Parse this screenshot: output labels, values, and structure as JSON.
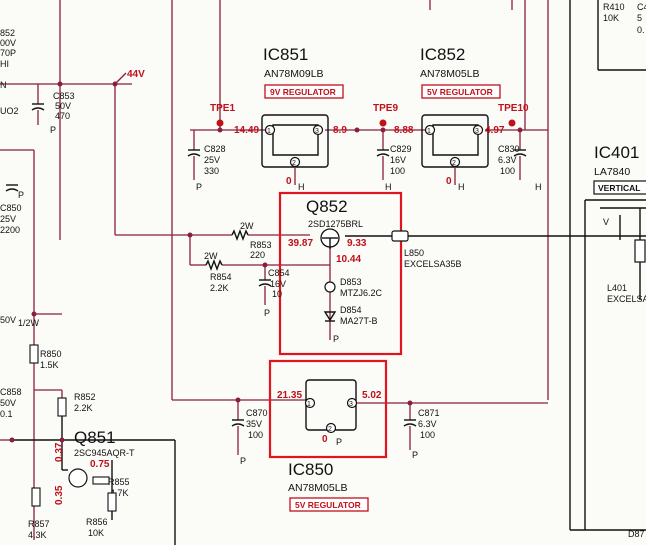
{
  "top_left": {
    "line1": "852",
    "line2": "00V",
    "line3": "70P",
    "line4": "HI",
    "line5": "N",
    "line6": "UO2"
  },
  "c853": {
    "name": "C853",
    "v1": "50V",
    "v2": "470",
    "gnd": "P"
  },
  "v44": "44V",
  "ic851": {
    "name": "IC851",
    "part": "AN78M09LB",
    "label": "9V REGULATOR",
    "tpe": "TPE1",
    "vin": "14.49",
    "vout": "8.9",
    "pin1": "1",
    "pin2": "2",
    "pin3": "3",
    "gv": "0",
    "gl": "H"
  },
  "ic852": {
    "name": "IC852",
    "part": "AN78M05LB",
    "label": "5V REGULATOR",
    "tpe_in": "TPE9",
    "tpe_out": "TPE10",
    "vin": "8.88",
    "vout": "4.97",
    "pin1": "1",
    "pin2": "2",
    "pin3": "3",
    "gv": "0",
    "gl": "H"
  },
  "c828": {
    "name": "C828",
    "v1": "25V",
    "v2": "330",
    "gnd": "P"
  },
  "c829": {
    "name": "C829",
    "v1": "16V",
    "v2": "100",
    "gnd": "H"
  },
  "c830": {
    "name": "C830",
    "v1": "6.3V",
    "v2": "100",
    "gnd": "H"
  },
  "right_top": {
    "r410": "R410",
    "r410v": "10K",
    "c4": "C4",
    "c5": "5",
    "c0": "0."
  },
  "ic401": {
    "name": "IC401",
    "part": "LA7840",
    "label": "VERTICAL",
    "v": "V"
  },
  "l401": {
    "name": "L401",
    "part": "EXCELSA"
  },
  "q852": {
    "name": "Q852",
    "part": "2SD1275BRL",
    "vb": "39.87",
    "ve": "9.33",
    "vc": "10.44"
  },
  "r853": {
    "name": "R853",
    "v1": "220",
    "w": "2W"
  },
  "r854": {
    "name": "R854",
    "v1": "2.2K",
    "w": "2W"
  },
  "c854": {
    "name": "C854",
    "v1": "16V",
    "v2": "10",
    "gnd": "P"
  },
  "d853": {
    "name": "D853",
    "part": "MTZJ6.2C"
  },
  "d854": {
    "name": "D854",
    "part": "MA27T-B",
    "gnd": "P"
  },
  "l850": {
    "name": "L850",
    "part": "EXCELSA35B"
  },
  "left_mid": {
    "c850": "C850",
    "v1": "25V",
    "v2": "2200",
    "gnd": "P"
  },
  "ic850": {
    "name": "IC850",
    "part": "AN78M05LB",
    "label": "5V REGULATOR",
    "vin": "21.35",
    "vout": "5.02",
    "gv": "0",
    "pin1": "1",
    "pin2": "2",
    "pin3": "3",
    "gnd": "P"
  },
  "c870": {
    "name": "C870",
    "v1": "35V",
    "v2": "100",
    "gnd": "P"
  },
  "c871": {
    "name": "C871",
    "v1": "6.3V",
    "v2": "100",
    "gnd": "P"
  },
  "r850": {
    "name": "R850",
    "v1": "1.5K",
    "w": "1/2W"
  },
  "c858": {
    "name": "C858",
    "v1": "50V",
    "v2": "0.1"
  },
  "left_bot": {
    "l1": "50V"
  },
  "r852": {
    "name": "R852",
    "v1": "2.2K"
  },
  "q851": {
    "name": "Q851",
    "part": "2SC945AQR-T",
    "ve": "0.75",
    "vb": "0.37",
    "vc": "0.35"
  },
  "r855": {
    "name": "R855",
    "v1": "4.7K"
  },
  "r857": {
    "name": "R857",
    "v1": "4.3K"
  },
  "r856": {
    "name": "R856",
    "v1": "10K"
  },
  "d87": "D87"
}
